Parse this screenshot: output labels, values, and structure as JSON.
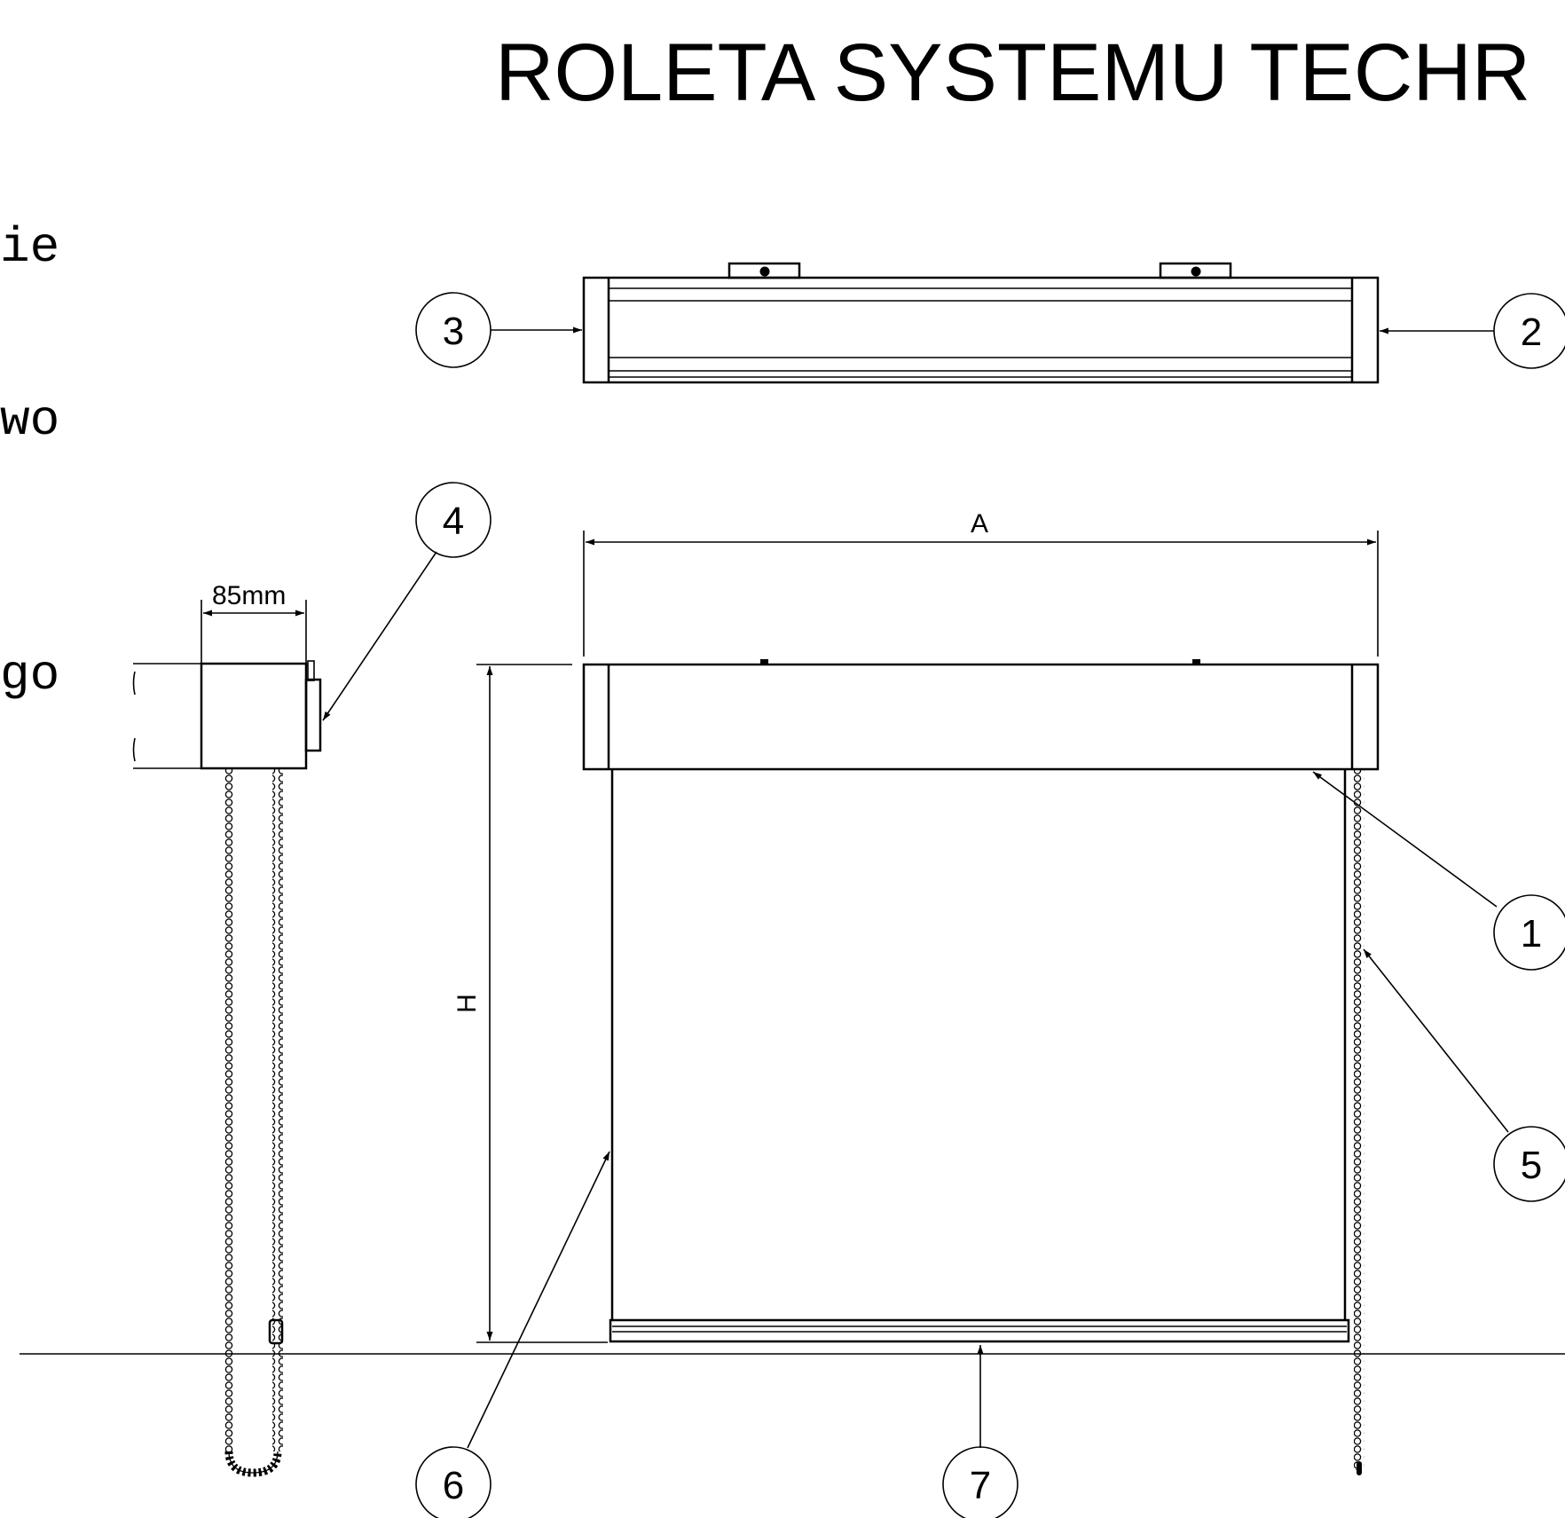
{
  "title": "ROLETA SYSTEMU TECHR",
  "side_text": [
    "ie",
    "wo",
    "go"
  ],
  "dimensions": {
    "width_label": "A",
    "height_label": "H",
    "depth_label": "85mm"
  },
  "callouts": [
    {
      "id": "1",
      "label": "1"
    },
    {
      "id": "2",
      "label": "2"
    },
    {
      "id": "3",
      "label": "3"
    },
    {
      "id": "4",
      "label": "4"
    },
    {
      "id": "5",
      "label": "5"
    },
    {
      "id": "6",
      "label": "6"
    },
    {
      "id": "7",
      "label": "7"
    }
  ],
  "colors": {
    "stroke": "#000000",
    "background": "#ffffff"
  }
}
